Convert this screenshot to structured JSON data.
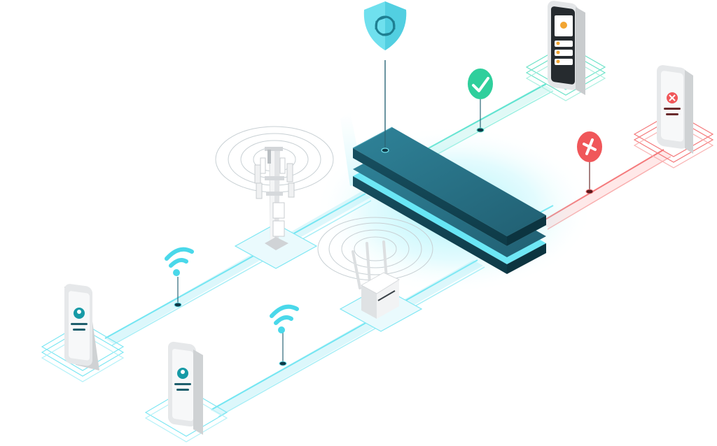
{
  "colors": {
    "accent": "#38dcef",
    "link": "#74e6f2",
    "allowed": "#2fcf9c",
    "blocked": "#f0575a",
    "hub_top": "#2b7a90",
    "hub_dark": "#0f4f63",
    "device_body": "#ecedee",
    "device_dark": "#262b2f",
    "avatar": "#179aa6"
  },
  "nodes": {
    "security_shield": {
      "icon": "shield-shutter-icon"
    },
    "gateway_hub": {
      "icon": "network-gateway"
    },
    "cell_tower": {
      "icon": "cell-tower-icon"
    },
    "wifi_router": {
      "icon": "router-icon"
    },
    "phone_user_left": {
      "icon": "user-avatar-icon"
    },
    "phone_user_bottom": {
      "icon": "user-avatar-icon"
    },
    "phone_app_top_right": {
      "icon": "app-list-screen"
    },
    "phone_denied_right": {
      "icon": "close-icon"
    }
  },
  "connections": [
    {
      "from": "phone_user_left",
      "to": "cell_tower",
      "status": "wifi"
    },
    {
      "from": "cell_tower",
      "to": "gateway_hub",
      "status": "link"
    },
    {
      "from": "phone_user_bottom",
      "to": "wifi_router",
      "status": "wifi"
    },
    {
      "from": "wifi_router",
      "to": "gateway_hub",
      "status": "link"
    },
    {
      "from": "gateway_hub",
      "to": "phone_app_top_right",
      "status": "allowed"
    },
    {
      "from": "gateway_hub",
      "to": "phone_denied_right",
      "status": "blocked"
    },
    {
      "from": "security_shield",
      "to": "gateway_hub",
      "status": "policy"
    }
  ],
  "markers": [
    {
      "type": "wifi-icon",
      "status": "link"
    },
    {
      "type": "wifi-icon",
      "status": "link"
    },
    {
      "type": "check-icon",
      "status": "allowed"
    },
    {
      "type": "close-icon",
      "status": "blocked"
    }
  ]
}
